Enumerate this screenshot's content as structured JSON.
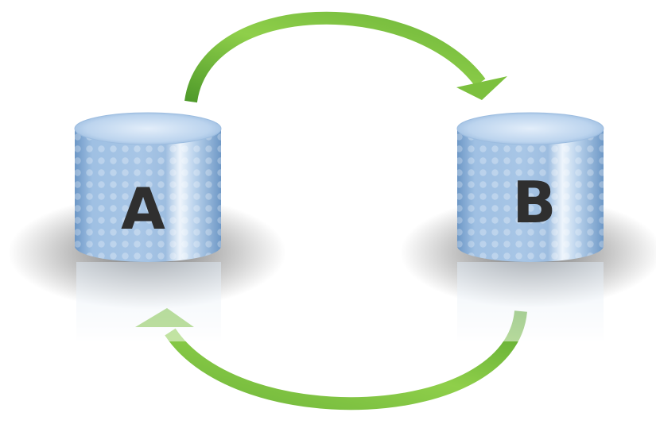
{
  "diagram": {
    "databases": [
      {
        "id": "a",
        "label": "A"
      },
      {
        "id": "b",
        "label": "B"
      }
    ],
    "connections": [
      {
        "from": "A",
        "to": "B",
        "arc": "top"
      },
      {
        "from": "B",
        "to": "A",
        "arc": "bottom"
      }
    ],
    "colors": {
      "arrow_light": "#8fcf4a",
      "arrow_dark": "#4f9a2a",
      "cylinder_light": "#c9ddf1",
      "cylinder_mid": "#8eb4dc",
      "cylinder_dark": "#5d88bb",
      "label": "#2f2f2f"
    }
  }
}
